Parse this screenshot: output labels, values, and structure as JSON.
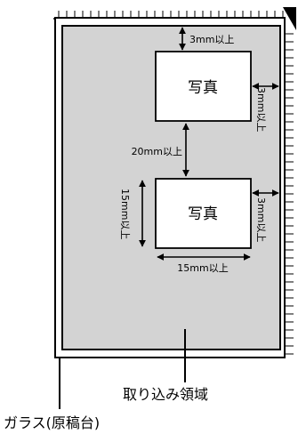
{
  "photo_label": "写真",
  "dims": {
    "top_margin": "3mm以上",
    "right_margin": "3mm以上",
    "gap_between": "20mm以上",
    "min_height": "15mm以上",
    "min_width": "15mm以上"
  },
  "captions": {
    "scan_area": "取り込み領域",
    "glass": "ガラス(原稿台)"
  }
}
